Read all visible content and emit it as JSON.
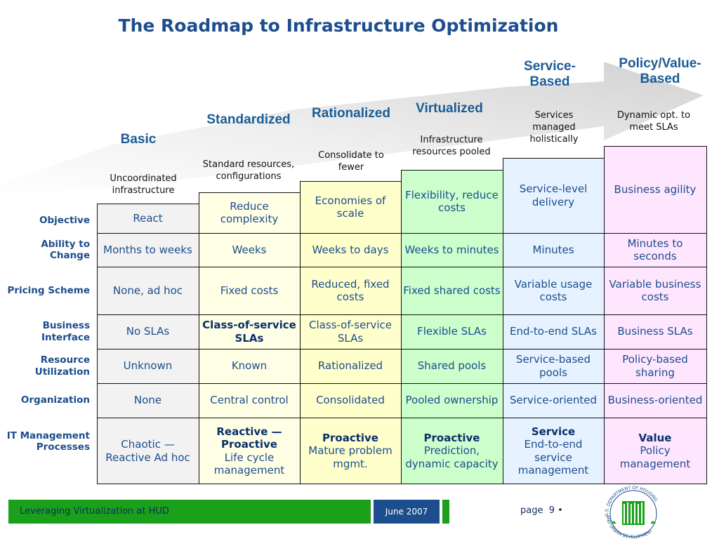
{
  "title": "The Roadmap to Infrastructure Optimization",
  "stages": [
    {
      "name": "Basic",
      "desc": "Uncoordinated infrastructure",
      "color": "#f2f2f2"
    },
    {
      "name": "Standardized",
      "desc": "Standard resources, configurations",
      "color": "#ffffe6"
    },
    {
      "name": "Rationalized",
      "desc": "Consolidate to fewer",
      "color": "#ffffcc"
    },
    {
      "name": "Virtualized",
      "desc": "Infrastructure resources pooled",
      "color": "#ccffcc"
    },
    {
      "name": "Service-Based",
      "desc": "Services managed holistically",
      "color": "#e6f2ff"
    },
    {
      "name": "Policy/Value-Based",
      "desc": "Dynamic opt. to meet SLAs",
      "color": "#ffe6ff"
    }
  ],
  "rows": [
    {
      "label": "Objective",
      "cells": [
        "React",
        "Reduce complexity",
        "Economies of scale",
        "Flexibility, reduce costs",
        "Service-level delivery",
        "Business agility"
      ]
    },
    {
      "label": "Ability to Change",
      "cells": [
        "Months to weeks",
        "Weeks",
        "Weeks to days",
        "Weeks to minutes",
        "Minutes",
        "Minutes to seconds"
      ]
    },
    {
      "label": "Pricing Scheme",
      "cells": [
        "None, ad hoc",
        "Fixed costs",
        "Reduced, fixed costs",
        "Fixed shared costs",
        "Variable usage costs",
        "Variable business costs"
      ]
    },
    {
      "label": "Business Interface",
      "cells": [
        "No SLAs",
        "Class-of-service SLAs",
        "Class-of-service SLAs",
        "Flexible SLAs",
        "End-to-end SLAs",
        "Business SLAs"
      ]
    },
    {
      "label": "Resource Utilization",
      "cells": [
        "Unknown",
        "Known",
        "Rationalized",
        "Shared pools",
        "Service-based pools",
        "Policy-based sharing"
      ]
    },
    {
      "label": "Organization",
      "cells": [
        "None",
        "Central control",
        "Consolidated",
        "Pooled ownership",
        "Service-oriented",
        "Business-oriented"
      ]
    },
    {
      "label": "IT Management Processes",
      "cells": [
        {
          "bold": "",
          "rest": "Chaotic — Reactive Ad hoc"
        },
        {
          "bold": "Reactive — Proactive",
          "rest": "Life cycle management"
        },
        {
          "bold": "Proactive",
          "rest": "Mature problem mgmt."
        },
        {
          "bold": "Proactive",
          "rest": "Prediction, dynamic capacity"
        },
        {
          "bold": "Service",
          "rest": "End-to-end service management"
        },
        {
          "bold": "Value",
          "rest": "Policy management"
        }
      ]
    }
  ],
  "footer": {
    "presentation": "Leveraging Virtualization at HUD",
    "date": "June 2007",
    "page_label": "page",
    "page_number": "9",
    "page_bullet": "•"
  },
  "seal": {
    "text_top": "U.S. DEPARTMENT OF HOUSING",
    "text_bottom": "AND URBAN DEVELOPMENT"
  },
  "colors": {
    "title": "#1c4d8c",
    "stage_name": "#1c5c94",
    "cell_text": "#1c4d8c",
    "footer_green": "#1aa01a",
    "footer_blue": "#1c4d8c"
  }
}
